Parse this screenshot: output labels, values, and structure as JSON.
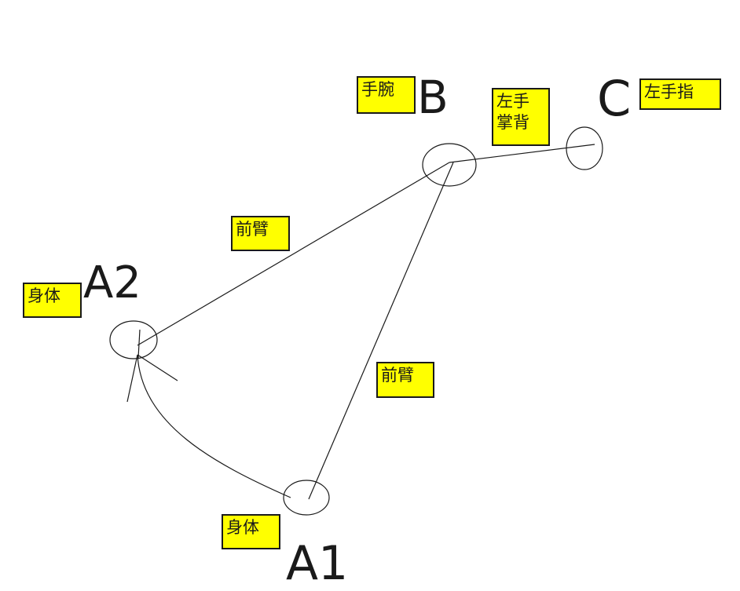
{
  "points": {
    "a1": "A1",
    "a2": "A2",
    "b": "B",
    "c": "C"
  },
  "labels": {
    "wrist": "手腕",
    "left_hand_back_line1": "左手",
    "left_hand_back_line2": "掌背",
    "left_finger": "左手指",
    "forearm_upper": "前臂",
    "forearm_lower": "前臂",
    "body_a2": "身体",
    "body_a1": "身体"
  },
  "colors": {
    "label_fill": "#ffff00",
    "ink": "#1a1a1a"
  }
}
